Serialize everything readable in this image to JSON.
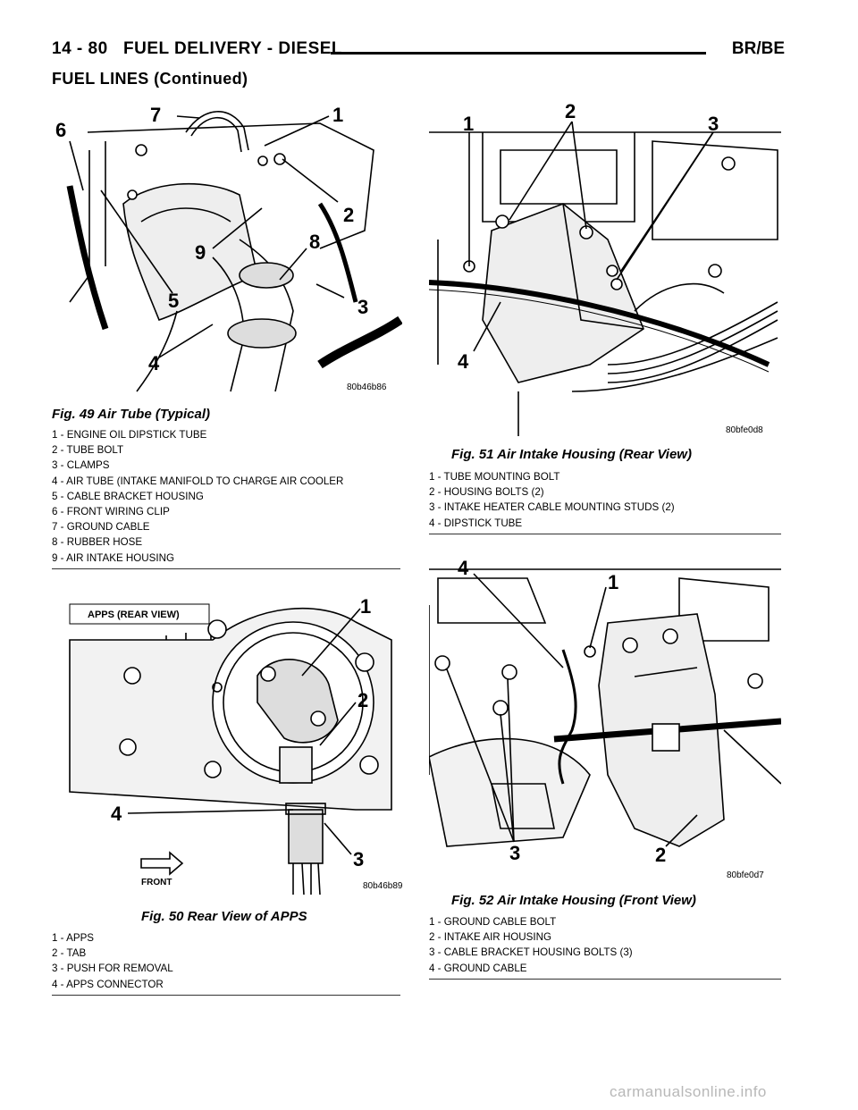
{
  "header": {
    "page_ref": "14 - 80",
    "section_title": "FUEL DELIVERY - DIESEL",
    "model": "BR/BE"
  },
  "continued_title": "FUEL LINES (Continued)",
  "figures": [
    {
      "code": "80b46b86",
      "caption": "Fig. 49 Air Tube (Typical)",
      "callouts": [
        "1",
        "2",
        "3",
        "4",
        "5",
        "6",
        "7",
        "8",
        "9"
      ],
      "legend": [
        "1 - ENGINE OIL DIPSTICK TUBE",
        "2 - TUBE BOLT",
        "3 - CLAMPS",
        "4 - AIR TUBE (INTAKE MANIFOLD TO CHARGE AIR COOLER",
        "5 - CABLE BRACKET HOUSING",
        "6 - FRONT WIRING CLIP",
        "7 - GROUND CABLE",
        "8 - RUBBER HOSE",
        "9 - AIR INTAKE HOUSING"
      ]
    },
    {
      "code": "80bfe0d8",
      "caption": "Fig. 51 Air Intake Housing (Rear View)",
      "callouts": [
        "1",
        "2",
        "3",
        "4"
      ],
      "legend": [
        "1 - TUBE MOUNTING BOLT",
        "2 - HOUSING BOLTS (2)",
        "3 - INTAKE HEATER CABLE MOUNTING STUDS (2)",
        "4 - DIPSTICK TUBE"
      ]
    },
    {
      "code": "80b46b89",
      "caption": "Fig. 50 Rear View of APPS",
      "tag": "APPS (REAR VIEW)",
      "front_label": "FRONT",
      "callouts": [
        "1",
        "2",
        "3",
        "4"
      ],
      "legend": [
        "1 - APPS",
        "2 - TAB",
        "3 - PUSH FOR REMOVAL",
        "4 - APPS CONNECTOR"
      ]
    },
    {
      "code": "80bfe0d7",
      "caption": "Fig. 52 Air Intake Housing (Front View)",
      "callouts": [
        "1",
        "2",
        "3",
        "4"
      ],
      "legend": [
        "1 - GROUND CABLE BOLT",
        "2 - INTAKE AIR HOUSING",
        "3 - CABLE BRACKET HOUSING BOLTS (3)",
        "4 - GROUND CABLE"
      ]
    }
  ],
  "watermark": "carmanualsonline.info"
}
